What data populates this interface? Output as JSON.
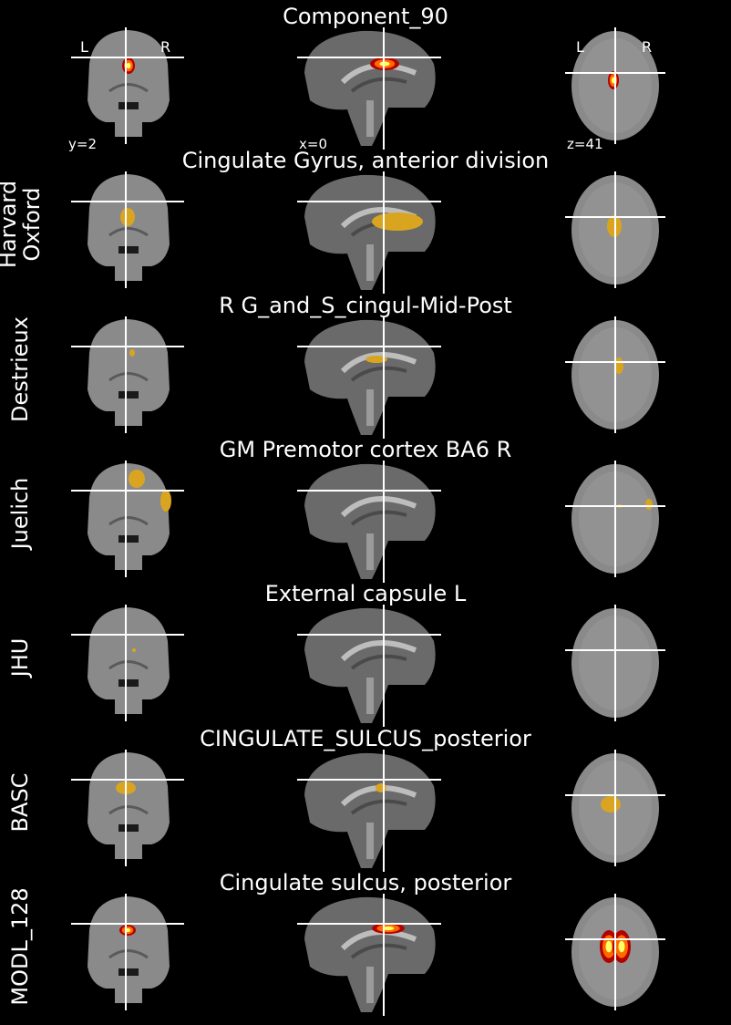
{
  "rows": [
    {
      "title": "Component_90",
      "atlas": "",
      "overlay": "hot"
    },
    {
      "title": "Cingulate Gyrus, anterior division",
      "atlas": "Harvard\nOxford",
      "overlay": "gold"
    },
    {
      "title": "R G_and_S_cingul-Mid-Post",
      "atlas": "Destrieux",
      "overlay": "gold"
    },
    {
      "title": "GM Premotor cortex BA6 R",
      "atlas": "Juelich",
      "overlay": "gold"
    },
    {
      "title": "External capsule L",
      "atlas": "JHU",
      "overlay": "gold"
    },
    {
      "title": "CINGULATE_SULCUS_posterior",
      "atlas": "BASC",
      "overlay": "gold"
    },
    {
      "title": "Cingulate sulcus, posterior",
      "atlas": "MODL_128",
      "overlay": "hot"
    }
  ],
  "coords": {
    "y": "y=2",
    "x": "x=0",
    "z": "z=41"
  },
  "orientation": {
    "left": "L",
    "right": "R"
  },
  "colors": {
    "background": "#000000",
    "overlay_gold": "#d9a520",
    "hot_core": "#ffff66",
    "hot_mid": "#ff6a00",
    "hot_edge": "#b30000",
    "crosshair": "#ffffff"
  }
}
